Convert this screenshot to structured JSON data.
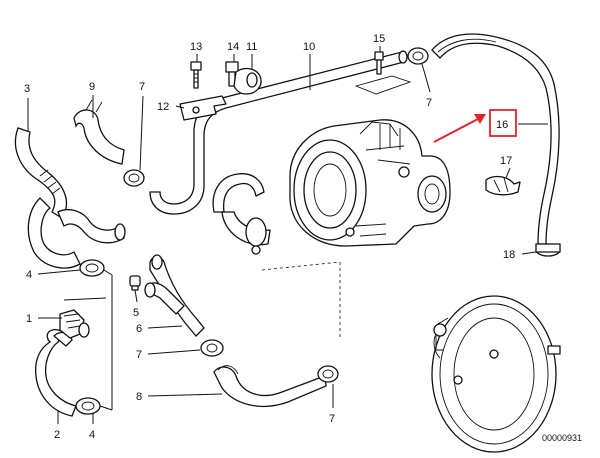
{
  "callouts": {
    "c1": "1",
    "c2": "2",
    "c3": "3",
    "c4a": "4",
    "c4b": "4",
    "c5": "5",
    "c6": "6",
    "c7a": "7",
    "c7b": "7",
    "c7c": "7",
    "c7d": "7",
    "c8": "8",
    "c9": "9",
    "c10": "10",
    "c11": "11",
    "c12": "12",
    "c13": "13",
    "c14": "14",
    "c15": "15",
    "c16": "16",
    "c17": "17",
    "c18": "18"
  },
  "highlight": {
    "part": "16",
    "color": "#e0242a",
    "arrow_color": "#e0242a"
  },
  "diagram_code": "00000931"
}
